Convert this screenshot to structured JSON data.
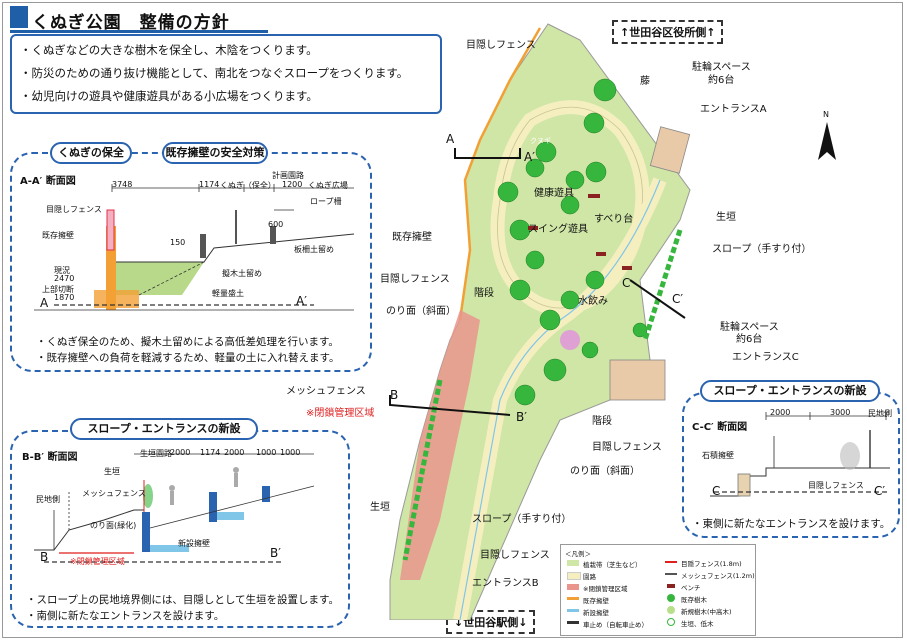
{
  "title": "くぬぎ公園　整備の方針",
  "policies": [
    "・くぬぎなどの大きな樹木を保全し、木陰をつくります。",
    "・防災のための通り抜け機能として、南北をつなぐスロープをつくります。",
    "・幼児向けの遊具や健康遊具がある小広場をつくります。"
  ],
  "directions": {
    "north": "↑世田谷区役所側↑",
    "south": "↓世田谷駅側↓"
  },
  "panel_aa": {
    "pill_left": "くぬぎの保全",
    "pill_right": "既存擁壁の安全対策",
    "section_title": "A-A′ 断面図",
    "dims": {
      "d1": "3748",
      "d2": "1174",
      "d2b": "くぬぎ（保全）",
      "d3": "計画園路",
      "d3b": "1200",
      "d4": "くぬぎ広場"
    },
    "labels": {
      "fence": "目隠しフェンス",
      "wall": "既存擁壁",
      "height": "現況",
      "height2": "2470",
      "cut": "上部切断",
      "cut2": "1870",
      "rope": "ロープ柵",
      "board": "板柵土留め",
      "log": "擬木土留め",
      "soil": "軽量盛土",
      "h150": "150",
      "h600": "600",
      "a": "A",
      "a2": "A′"
    },
    "notes": [
      "・くぬぎ保全のため、擬木土留めによる高低差処理を行います。",
      "・既存擁壁への負荷を軽減するため、軽量の土に入れ替えます。"
    ]
  },
  "panel_bb": {
    "pill": "スロープ・エントランスの新設",
    "section_title": "B-B′ 断面図",
    "labels": {
      "hedge": "生垣",
      "mesh": "メッシュフェンス",
      "private": "民地側",
      "slope": "のり面(緑化)",
      "wall": "新設擁壁",
      "closed": "※閉鎖管理区域",
      "b": "B",
      "b2": "B′"
    },
    "dims": {
      "d0": "生垣園路",
      "d1": "2000",
      "d2": "1174",
      "d3": "2000",
      "d4": "1000",
      "d5": "1000"
    },
    "notes": [
      "・スロープ上の民地境界側には、目隠しとして生垣を設置します。",
      "・南側に新たなエントランスを設けます。"
    ]
  },
  "panel_cc": {
    "pill": "スロープ・エントランスの新設",
    "section_title": "C-C′ 断面図",
    "dims": {
      "d1": "2000",
      "d2": "3000",
      "private": "民地側"
    },
    "labels": {
      "stone": "石積擁壁",
      "fence": "目隠しフェンス",
      "c": "C",
      "c2": "C′"
    },
    "notes": [
      "・東側に新たなエントランスを設けます。"
    ]
  },
  "map_labels": {
    "fence_top": "目隠しフェンス",
    "arbor": "藤",
    "bike1": "駐輪スペース",
    "bike1_count": "約6台",
    "entranceA": "エントランスA",
    "existing_wall": "既存擁壁",
    "fence_left": "目隠しフェンス",
    "hedge_right": "生垣",
    "slope_right": "スロープ（手すり付）",
    "health": "健康遊具",
    "swing": "スイング遊具",
    "slide": "すべり台",
    "water": "水飲み",
    "stairs1": "階段",
    "slope_face1": "のり面（斜面）",
    "bike2": "駐輪スペース",
    "bike2_count": "約6台",
    "entranceC": "エントランスC",
    "mesh": "メッシュフェンス",
    "closed": "※閉鎖管理区域",
    "stairs2": "階段",
    "fence_mid": "目隠しフェンス",
    "slope_face2": "のり面（斜面）",
    "hedge_left": "生垣",
    "slope_bottom": "スロープ（手すり付）",
    "fence_bottom": "目隠しフェンス",
    "entranceB": "エントランスB",
    "kunugi": "クヌギ",
    "a": "A",
    "a2": "A′",
    "b": "B",
    "b2": "B′",
    "c": "C",
    "c2": "C′",
    "north": "N"
  },
  "legend": {
    "title": "＜凡例＞",
    "items": [
      "植栽帯（芝生など）",
      "園路",
      "※閉鎖管理区域",
      "既存擁壁",
      "新設擁壁",
      "車止め（自転車止め）"
    ],
    "items_right": [
      "目隠フェンス(1.8m)",
      "メッシュフェンス(1.2m)",
      "ベンチ",
      "既存樹木",
      "新規樹木(中高木)",
      "生垣、低木"
    ]
  },
  "colors": {
    "accent": "#2a63b0",
    "planting": "#cfe6a6",
    "path": "#f5efc0",
    "closed": "#e9958c",
    "wall": "#f2a035",
    "new_wall": "#7fc6e8",
    "tree": "#36b63c"
  }
}
